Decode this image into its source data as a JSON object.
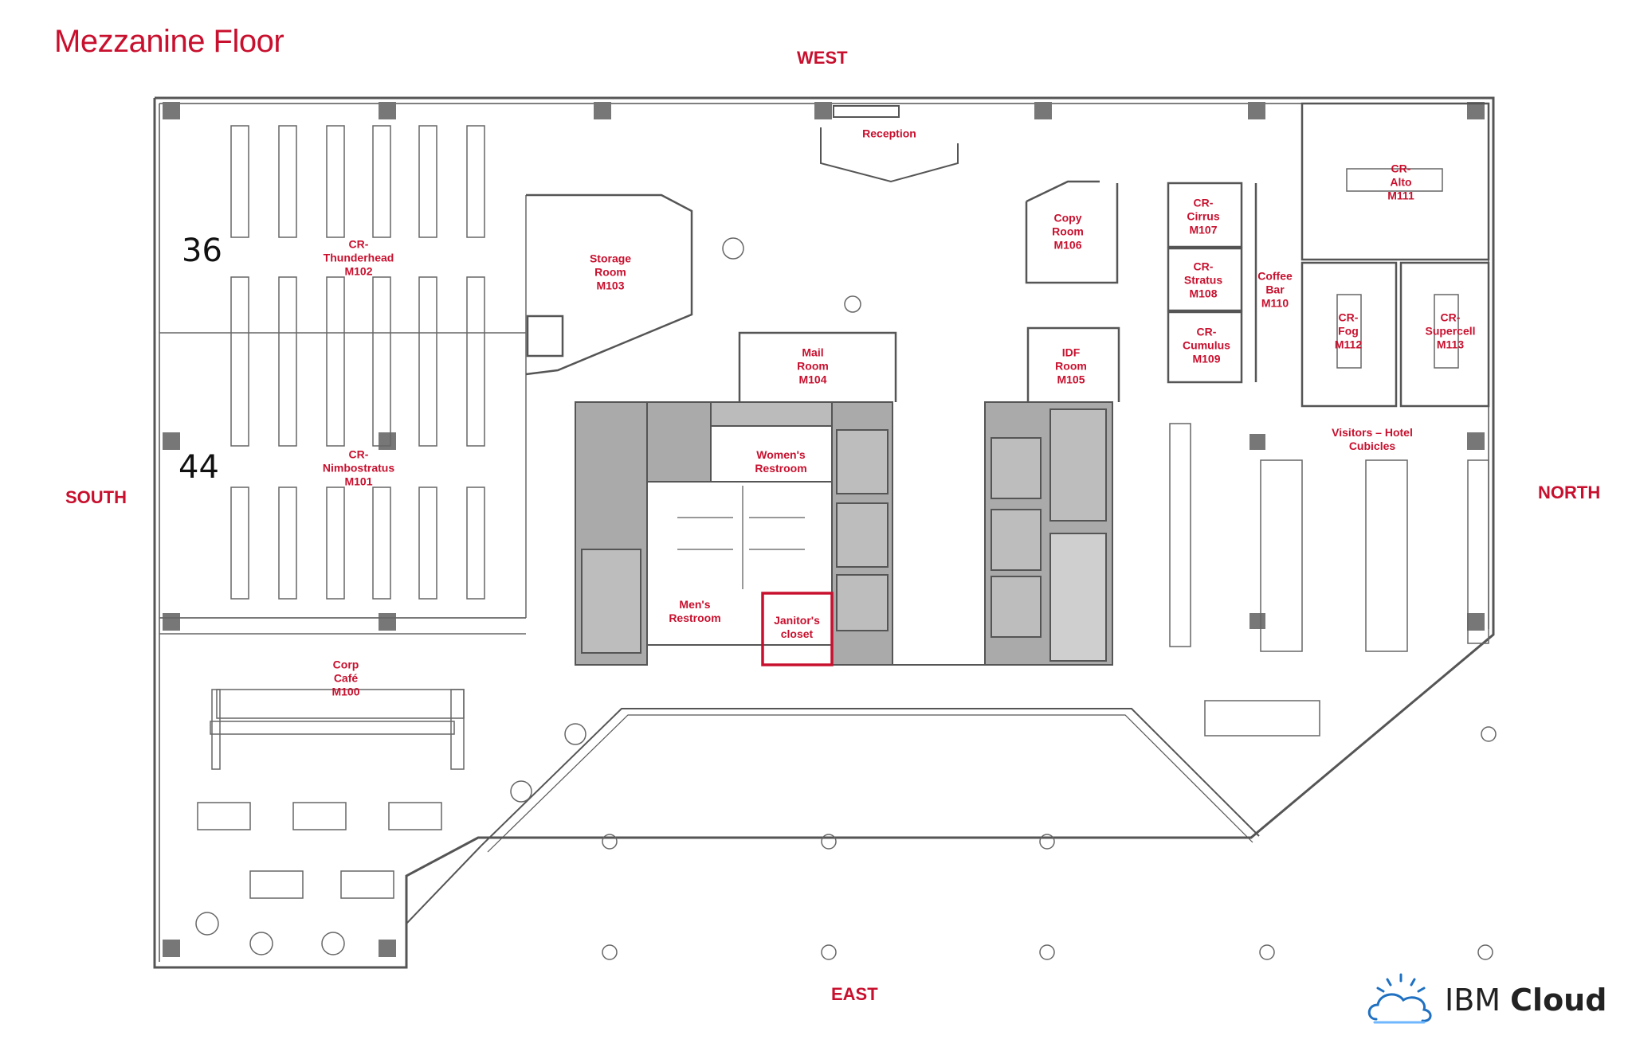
{
  "title": "Mezzanine Floor",
  "compass": {
    "west": "WEST",
    "east": "EAST",
    "south": "SOUTH",
    "north": "NORTH"
  },
  "counts": [
    "36",
    "44"
  ],
  "rooms": {
    "reception": "Reception",
    "thunderhead": "CR-\nThunderhead\nM102",
    "nimbostratus": "CR-\nNimbostratus\nM101",
    "storage": "Storage\nRoom\nM103",
    "copy": "Copy\nRoom\nM106",
    "cirrus": "CR-\nCirrus\nM107",
    "stratus": "CR-\nStratus\nM108",
    "cumulus": "CR-\nCumulus\nM109",
    "coffee": "Coffee\nBar\nM110",
    "alto": "CR-\nAlto\nM111",
    "fog": "CR-\nFog\nM112",
    "supercell": "CR-\nSupercell\nM113",
    "mail": "Mail\nRoom\nM104",
    "idf": "IDF\nRoom\nM105",
    "womens": "Women's\nRestroom",
    "mens": "Men's\nRestroom",
    "janitor": "Janitor's\ncloset",
    "visitors": "Visitors – Hotel\nCubicles",
    "cafe": "Corp\nCafé\nM100"
  },
  "logo": {
    "brand": "IBM",
    "product": "Cloud"
  },
  "colors": {
    "accent": "#c8102e",
    "wall": "#555555",
    "core": "#a6a6a6",
    "logo_blue": "#1f70c1"
  }
}
